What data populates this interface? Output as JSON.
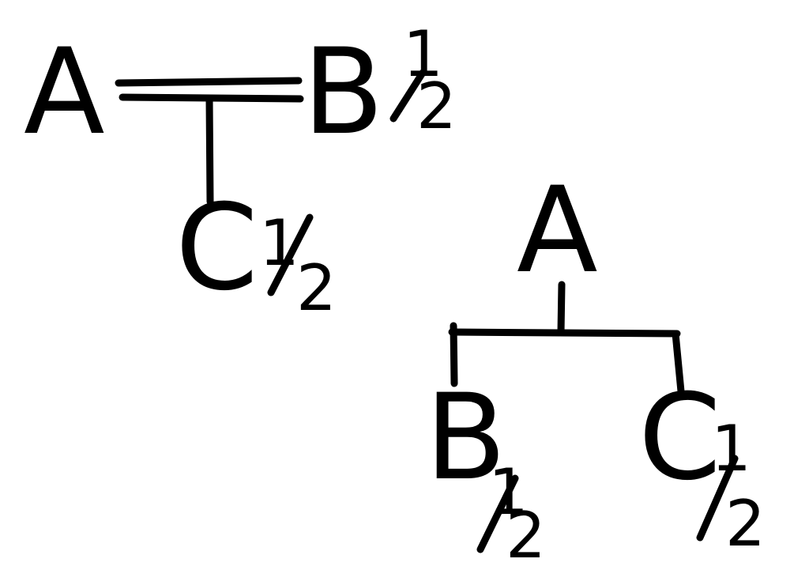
{
  "diagram_one": {
    "node_a": "A",
    "node_b": "B",
    "node_b_fraction": {
      "numerator": "1",
      "denominator": "2"
    },
    "node_c": "C",
    "node_c_fraction": {
      "numerator": "1",
      "denominator": "2"
    }
  },
  "diagram_two": {
    "node_a": "A",
    "node_b": "B",
    "node_b_fraction": {
      "numerator": "1",
      "denominator": "2"
    },
    "node_c": "C",
    "node_c_fraction": {
      "numerator": "1",
      "denominator": "2"
    }
  }
}
